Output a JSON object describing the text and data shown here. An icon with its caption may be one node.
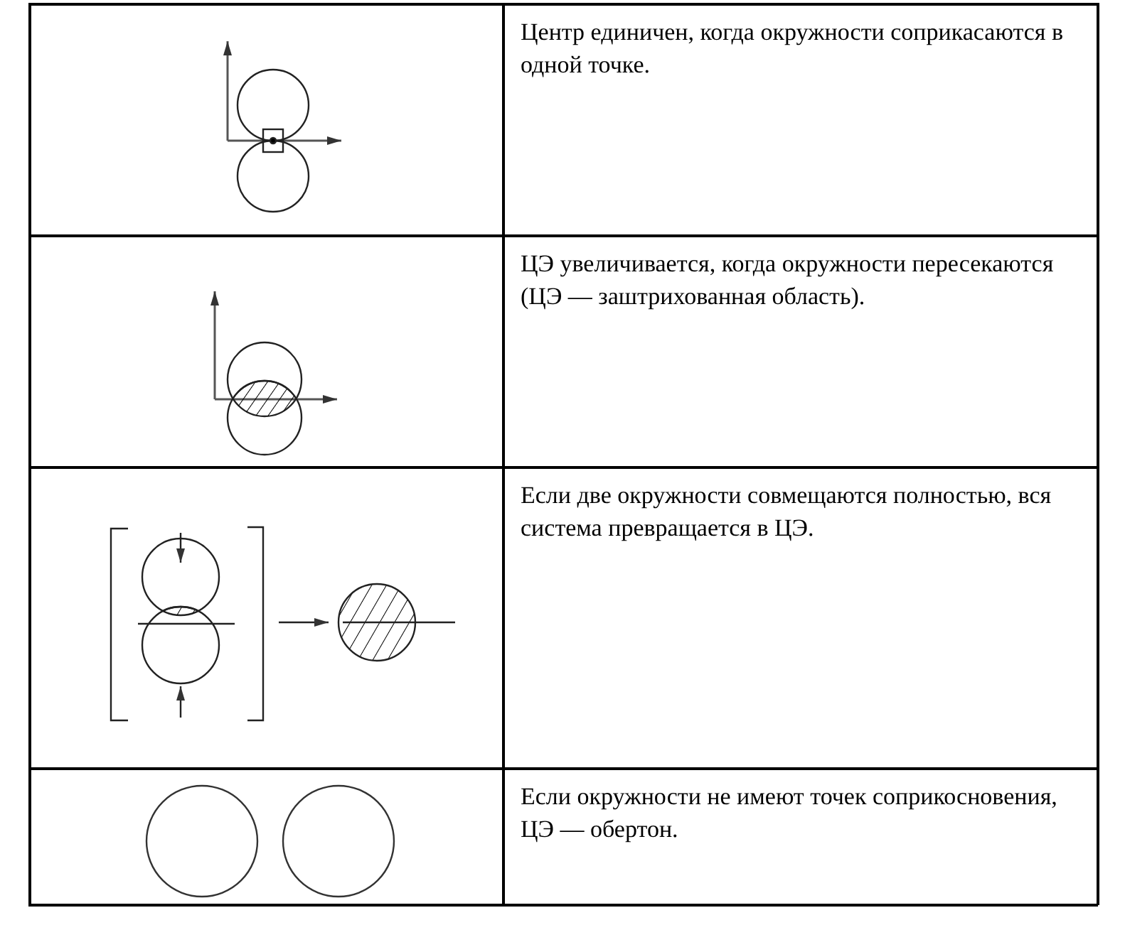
{
  "diagram": {
    "labels": [
      "Центр единичен, когда окружности соприкасаются в одной точке.",
      "ЦЭ увеличивается, когда окружности пересекаются (ЦЭ — заштрихованная область).",
      "Если две окружности совмещаются полностью, вся система превращается в ЦЭ.",
      "Если окружности не имеют точек соприкосновения, ЦЭ — обертон."
    ]
  }
}
